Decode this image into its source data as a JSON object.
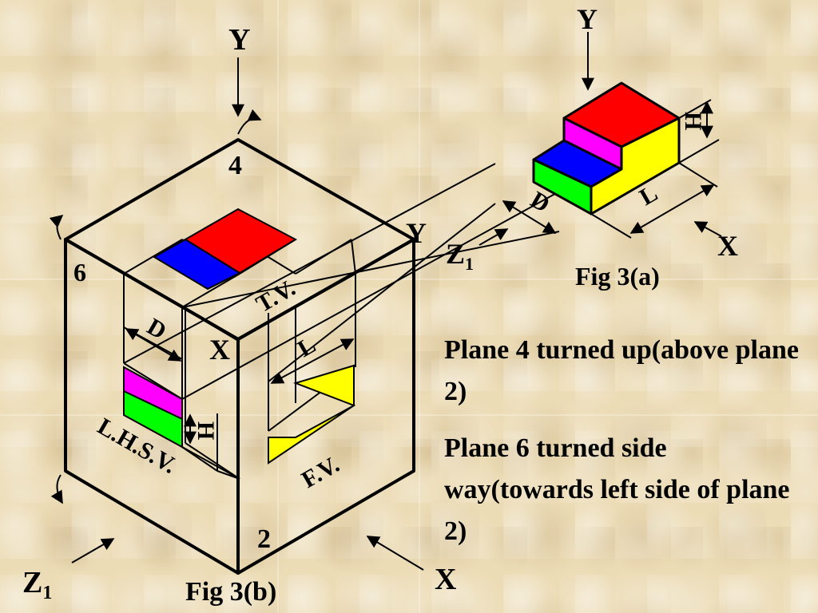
{
  "labels": {
    "y_top_b": "Y",
    "plane_4": "4",
    "plane_6": "6",
    "plane_2": "2",
    "y_right_b": "Y",
    "x_inner": "X",
    "z1_bottom": "Z",
    "z1_bottom_sub": "1",
    "x_bottom": "X",
    "tv": "T.V.",
    "fv": "F.V.",
    "lhsv": "L.H.S.V.",
    "d_inner": "D",
    "l_inner": "L",
    "h_inner": "H",
    "fig_b": "Fig 3(b)",
    "y_top_a": "Y",
    "h_a": "H",
    "d_a": "D",
    "l_a": "L",
    "x_a": "X",
    "z1_a": "Z",
    "z1_a_sub": "1",
    "fig_a": "Fig 3(a)"
  },
  "notes": {
    "note1": "Plane 4 turned up(above plane 2)",
    "note2": "Plane 6 turned side way(towards left side of plane 2)"
  },
  "colors": {
    "top_face": "#ff0000",
    "front_upper": "#ffff00",
    "side_upper": "#ff00ff",
    "step_top": "#0000ff",
    "side_lower": "#00ff00"
  }
}
